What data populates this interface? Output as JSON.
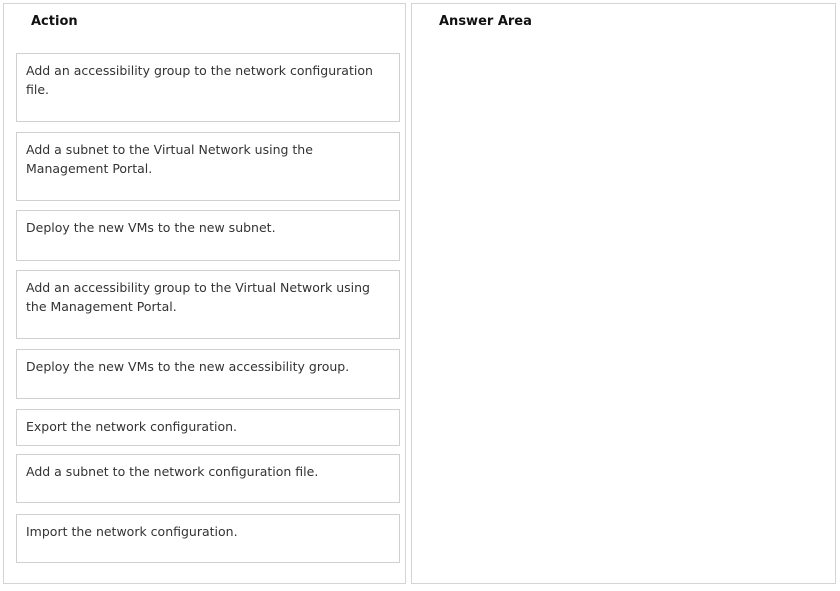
{
  "action": {
    "title": "Action",
    "items": [
      "Add an accessibility group to the network configuration file.",
      "Add a subnet to the Virtual Network using the Management Portal.",
      "Deploy the new VMs to the new subnet.",
      "Add an accessibility group to the Virtual Network using the Management Portal.",
      "Deploy the new VMs to the new accessibility group.",
      "Export the network configuration.",
      "Add a subnet to the network configuration file.",
      "Import the network configuration."
    ]
  },
  "answer": {
    "title": "Answer Area"
  }
}
